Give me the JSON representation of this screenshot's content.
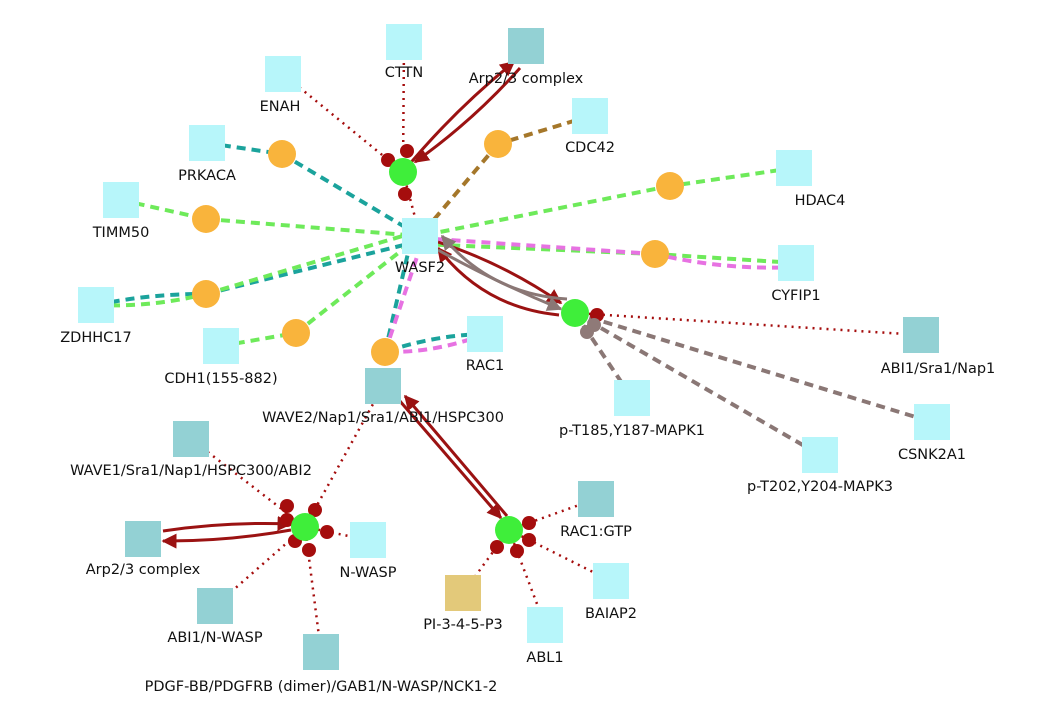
{
  "colors": {
    "protein": "#b7f6fa",
    "complex": "#93d1d4",
    "small_molecule": "#e3c97a",
    "interaction": "#f9b43c",
    "reaction": "#3fee3a",
    "port_red": "#a50d0d",
    "port_gray": "#8f7a78",
    "edge_teal": "#1ba39c",
    "edge_green": "#6eea5a",
    "edge_magenta": "#e772e2",
    "edge_brown": "#a5772a",
    "edge_darkred": "#9b1212",
    "edge_gray": "#8a7775"
  },
  "nodes": [
    {
      "id": "WASF2",
      "label": "WASF2",
      "type": "protein"
    },
    {
      "id": "ENAH",
      "label": "ENAH",
      "type": "protein"
    },
    {
      "id": "CTTN",
      "label": "CTTN",
      "type": "protein"
    },
    {
      "id": "ARP23_top",
      "label": "Arp2/3 complex",
      "type": "complex"
    },
    {
      "id": "CDC42",
      "label": "CDC42",
      "type": "protein"
    },
    {
      "id": "PRKACA",
      "label": "PRKACA",
      "type": "protein"
    },
    {
      "id": "TIMM50",
      "label": "TIMM50",
      "type": "protein"
    },
    {
      "id": "HDAC4",
      "label": "HDAC4",
      "type": "protein"
    },
    {
      "id": "CYFIP1",
      "label": "CYFIP1",
      "type": "protein"
    },
    {
      "id": "ZDHHC17",
      "label": "ZDHHC17",
      "type": "protein"
    },
    {
      "id": "CDH1",
      "label": "CDH1(155-882)",
      "type": "protein"
    },
    {
      "id": "RAC1",
      "label": "RAC1",
      "type": "protein"
    },
    {
      "id": "WAVE2C",
      "label": "WAVE2/Nap1/Sra1/ABI1/HSPC300",
      "type": "complex"
    },
    {
      "id": "ABI1SN",
      "label": "ABI1/Sra1/Nap1",
      "type": "complex"
    },
    {
      "id": "MAPK1",
      "label": "p-T185,Y187-MAPK1",
      "type": "protein"
    },
    {
      "id": "CSNK2A1",
      "label": "CSNK2A1",
      "type": "protein"
    },
    {
      "id": "MAPK3",
      "label": "p-T202,Y204-MAPK3",
      "type": "protein"
    },
    {
      "id": "WAVE1C",
      "label": "WAVE1/Sra1/Nap1/HSPC300/ABI2",
      "type": "complex"
    },
    {
      "id": "ARP23_bot",
      "label": "Arp2/3 complex",
      "type": "complex"
    },
    {
      "id": "NWASP",
      "label": "N-WASP",
      "type": "protein"
    },
    {
      "id": "ABI1NW",
      "label": "ABI1/N-WASP",
      "type": "complex"
    },
    {
      "id": "PDGF",
      "label": "PDGF-BB/PDGFRB (dimer)/GAB1/N-WASP/NCK1-2",
      "type": "complex"
    },
    {
      "id": "RAC1GTP",
      "label": "RAC1:GTP",
      "type": "complex"
    },
    {
      "id": "PIP3",
      "label": "PI-3-4-5-P3",
      "type": "small_molecule"
    },
    {
      "id": "ABL1",
      "label": "ABL1",
      "type": "protein"
    },
    {
      "id": "BAIAP2",
      "label": "BAIAP2",
      "type": "protein"
    }
  ],
  "reactions": [
    {
      "id": "R1",
      "label": "reaction"
    },
    {
      "id": "R2",
      "label": "reaction"
    },
    {
      "id": "R3",
      "label": "reaction"
    },
    {
      "id": "R4",
      "label": "reaction"
    }
  ],
  "interactions": [
    {
      "id": "I_PRKACA",
      "between": [
        "PRKACA",
        "WASF2"
      ]
    },
    {
      "id": "I_TIMM50",
      "between": [
        "TIMM50",
        "WASF2"
      ]
    },
    {
      "id": "I_ZDHHC17",
      "between": [
        "ZDHHC17",
        "WASF2"
      ]
    },
    {
      "id": "I_CDH1",
      "between": [
        "CDH1",
        "WASF2"
      ]
    },
    {
      "id": "I_CDC42",
      "between": [
        "CDC42",
        "WASF2"
      ]
    },
    {
      "id": "I_HDAC4",
      "between": [
        "HDAC4",
        "WASF2"
      ]
    },
    {
      "id": "I_CYFIP1",
      "between": [
        "CYFIP1",
        "WASF2"
      ]
    },
    {
      "id": "I_RAC1",
      "between": [
        "RAC1",
        "WASF2"
      ]
    }
  ]
}
